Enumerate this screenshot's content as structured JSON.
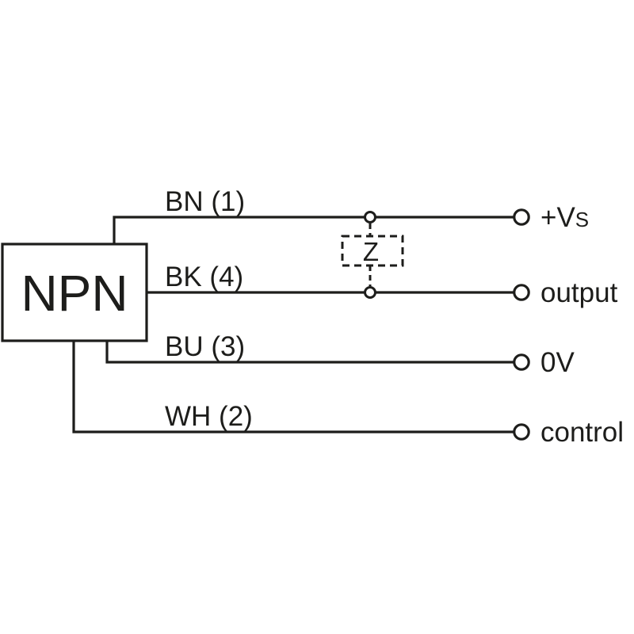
{
  "diagram": {
    "device_label": "NPN",
    "impedance_label": "Z",
    "wires": [
      {
        "id": "bn",
        "label": "BN (1)",
        "terminal": "+V",
        "terminal_suffix": "S"
      },
      {
        "id": "bk",
        "label": "BK (4)",
        "terminal": "output",
        "terminal_suffix": ""
      },
      {
        "id": "bu",
        "label": "BU (3)",
        "terminal": "0V",
        "terminal_suffix": ""
      },
      {
        "id": "wh",
        "label": "WH (2)",
        "terminal": "control",
        "terminal_suffix": ""
      }
    ],
    "colors": {
      "ink": "#1d1d1b",
      "background": "#ffffff"
    }
  }
}
